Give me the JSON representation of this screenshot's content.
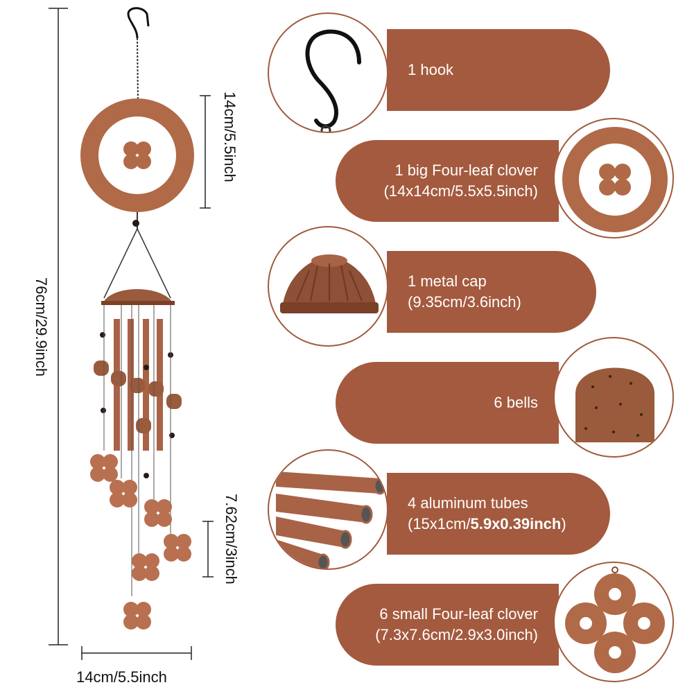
{
  "dimensions": {
    "total_height": "76cm/29.9inch",
    "big_clover_height": "14cm/5.5inch",
    "small_clover_spacing": "7.62cm/3inch",
    "width": "14cm/5.5inch"
  },
  "parts": [
    {
      "lines": [
        "1 hook"
      ],
      "icon": "hook-icon"
    },
    {
      "lines": [
        "1 big Four-leaf clover",
        "(14x14cm/5.5x5.5inch)"
      ],
      "icon": "big-clover-icon"
    },
    {
      "lines": [
        "1 metal cap",
        "(9.35cm/3.6inch)"
      ],
      "icon": "metal-cap-icon"
    },
    {
      "lines": [
        "6 bells"
      ],
      "icon": "bell-icon"
    },
    {
      "lines": [
        "4 aluminum tubes",
        "(15x1cm/",
        "5.9x0.39inch",
        ")"
      ],
      "icon": "tubes-icon"
    },
    {
      "lines": [
        "6 small Four-leaf clover",
        "(7.3x7.6cm/2.9x3.0inch)"
      ],
      "icon": "small-clover-icon"
    }
  ],
  "colors": {
    "copper": "#a45a3e",
    "pill": "#a45a3e",
    "dim_line": "#222222"
  }
}
